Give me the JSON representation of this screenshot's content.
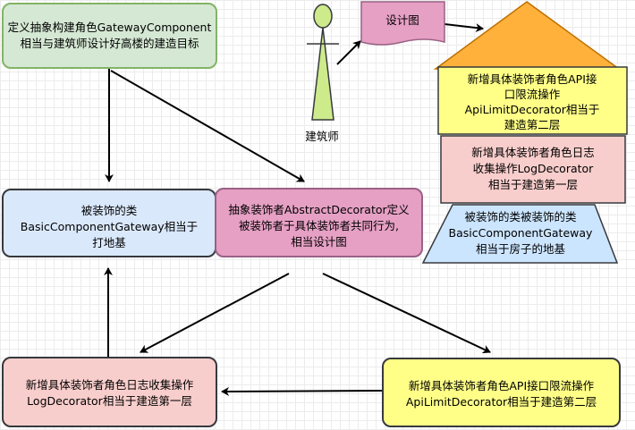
{
  "nodes": {
    "abstract_component": {
      "lines": [
        "定义抽象构建角色GatewayComponent",
        "相当与建筑师设计好高楼的建造目标"
      ],
      "fill": "#d5e8d4",
      "stroke": "#82b366"
    },
    "architect": {
      "label": "建筑师",
      "fill": "#cdeb8b",
      "stroke": "#36393d"
    },
    "design_doc": {
      "label": "设计图",
      "fill": "#e6a0c4",
      "stroke": "#996185"
    },
    "base_component": {
      "lines": [
        "被装饰的类",
        "BasicComponentGateway相当于",
        "打地基"
      ],
      "fill": "#dae8fc",
      "stroke": "#36393d"
    },
    "abstract_decorator": {
      "lines": [
        "抽象装饰者AbstractDecorator定义",
        "被装饰者于具体装饰者共同行为,",
        "相当设计图"
      ],
      "fill": "#e6a0c4",
      "stroke": "#996185"
    },
    "log_decorator": {
      "lines": [
        "新增具体装饰者角色日志收集操作",
        "LogDecorator相当于建造第一层"
      ],
      "fill": "#f8cecc",
      "stroke": "#36393d"
    },
    "api_decorator": {
      "lines": [
        "新增具体装饰者角色API接口限流操作",
        "ApiLimitDecorator相当于建造第二层"
      ],
      "fill": "#ffff88",
      "stroke": "#36393d"
    }
  },
  "building": {
    "roof": {
      "fill": "#ffb13b",
      "stroke": "#bd7000"
    },
    "floor2": {
      "lines": [
        "新增具体装饰者角色API接",
        "口限流操作",
        "ApiLimitDecorator相当于",
        "建造第二层"
      ],
      "fill": "#ffff88",
      "stroke": "#36393d"
    },
    "floor1": {
      "lines": [
        "新增具体装饰者角色日志",
        "收集操作LogDecorator",
        "相当于建造第一层"
      ],
      "fill": "#f8cecc",
      "stroke": "#36393d"
    },
    "foundation": {
      "lines": [
        "被装饰的类被装饰的类",
        "BasicComponentGateway",
        "相当于房子的地基"
      ],
      "fill": "#cce5ff",
      "stroke": "#36393d"
    }
  }
}
